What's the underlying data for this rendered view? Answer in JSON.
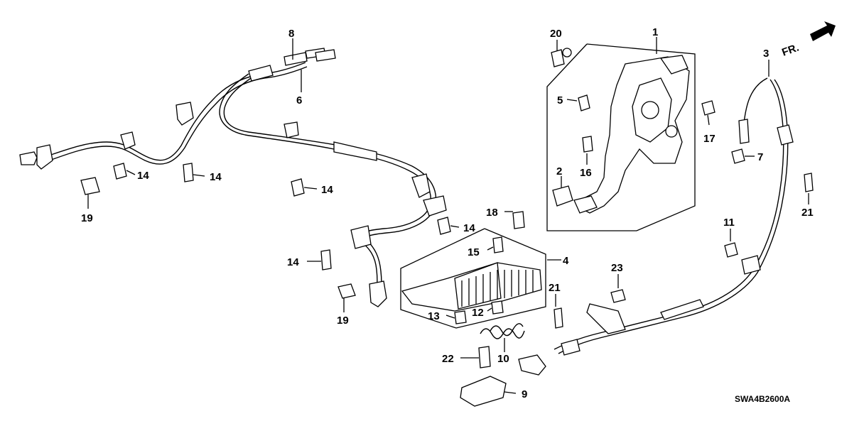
{
  "diagram": {
    "code": "SWA4B2600A",
    "front_arrow_text": "FR.",
    "callouts": {
      "c1": "1",
      "c2": "2",
      "c3": "3",
      "c4": "4",
      "c5": "5",
      "c6": "6",
      "c7": "7",
      "c8": "8",
      "c9": "9",
      "c10": "10",
      "c11": "11",
      "c12": "12",
      "c13": "13",
      "c14a": "14",
      "c14b": "14",
      "c14c": "14",
      "c14d": "14",
      "c14e": "14",
      "c15": "15",
      "c16": "16",
      "c17": "17",
      "c18": "18",
      "c19a": "19",
      "c19b": "19",
      "c20": "20",
      "c21a": "21",
      "c21b": "21",
      "c22": "22",
      "c23": "23"
    }
  }
}
